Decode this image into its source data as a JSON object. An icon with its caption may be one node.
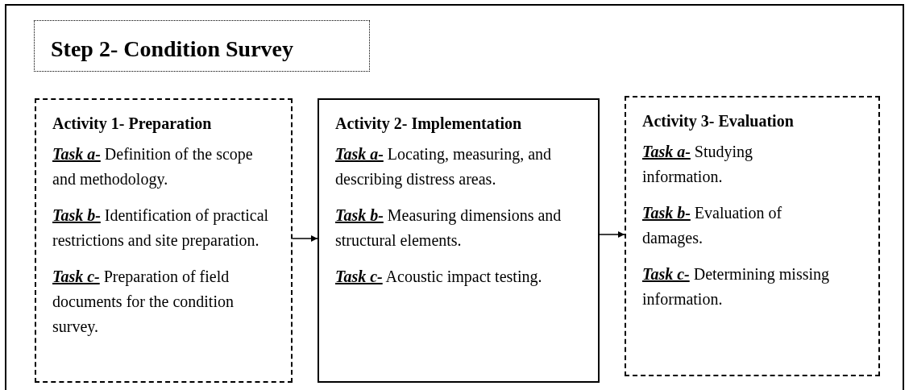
{
  "diagram": {
    "nodes": [
      {
        "text": [],
        "shape": "box"
      },
      {
        "text": [
          "Step 2- Condition Survey"
        ],
        "in": 0
      },
      {
        "text": [
          "Activity 1- Preparation",
          "**Task a-** Definition of the scope and methodology.",
          "**Task b-** Identification of practical restrictions and site preparation.",
          "**Task c-** Preparation of field documents for the condition survey."
        ],
        "in": 0
      },
      {
        "text": [
          "Activity 2- Implementation",
          "**Task a-** Locating, measuring, and describing distress areas.",
          "**Task b-** Measuring dimensions and structural elements.",
          "**Task c-** Acoustic impact testing."
        ],
        "in": 0
      },
      {
        "text": [
          "Activity 3- Evaluation",
          "**Task a-** Studying information.",
          "**Task b-** Evaluation of damages.",
          "**Task c-** Determining missing information."
        ],
        "in": 0
      }
    ],
    "edges": [
      {
        "from": 2,
        "to": 3,
        "arrow": "to"
      },
      {
        "from": 3,
        "to": 4,
        "arrow": "to"
      }
    ]
  }
}
